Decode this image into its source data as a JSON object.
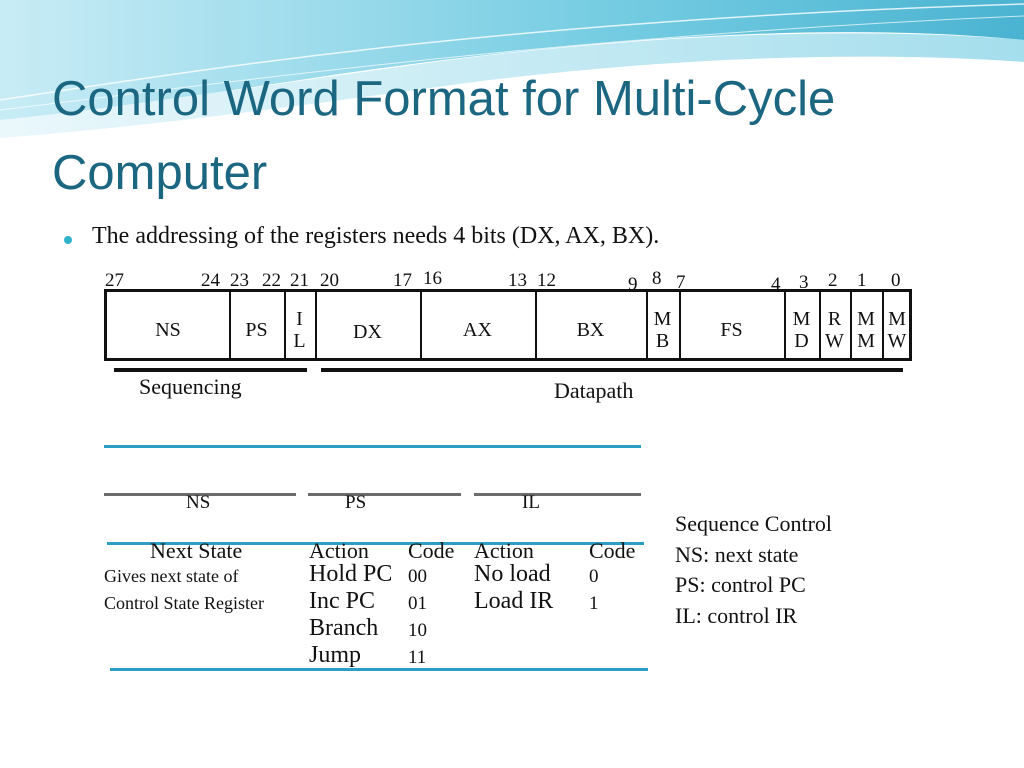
{
  "title": "Control Word Format for Multi-Cycle Computer",
  "bullet": "The addressing of the registers needs 4 bits (DX, AX, BX).",
  "bit_numbers": [
    "27",
    "24",
    "23",
    "22",
    "21",
    "20",
    "17",
    "16",
    "13",
    "12",
    "9",
    "8",
    "7",
    "4",
    "3",
    "2",
    "1",
    "0"
  ],
  "fields": {
    "ns": "NS",
    "ps": "PS",
    "il_top": "I",
    "il_bottom": "L",
    "dx": "DX",
    "ax": "AX",
    "bx": "BX",
    "mb_top": "M",
    "mb_bottom": "B",
    "fs": "FS",
    "md_top": "M",
    "md_bottom": "D",
    "rw_top": "R",
    "rw_bottom": "W",
    "mm_top": "M",
    "mm_bottom": "M",
    "mw_top": "M",
    "mw_bottom": "W"
  },
  "groups": {
    "sequencing": "Sequencing",
    "datapath": "Datapath"
  },
  "tables": {
    "ns_header": "NS",
    "ps_header": "PS",
    "il_header": "IL",
    "ns_sub": "Next State",
    "ns_desc": "Gives next state of Control State Register",
    "ps_action_header": "Action",
    "ps_code_header": "Code",
    "ps_rows": [
      {
        "action": "Hold PC",
        "code": "00"
      },
      {
        "action": "Inc PC",
        "code": "01"
      },
      {
        "action": "Branch",
        "code": "10"
      },
      {
        "action": "Jump",
        "code": "11"
      }
    ],
    "il_action_header": "Action",
    "il_code_header": "Code",
    "il_rows": [
      {
        "action": "No load",
        "code": "0"
      },
      {
        "action": "Load IR",
        "code": "1"
      }
    ]
  },
  "legend": {
    "heading": "Sequence Control",
    "ns": "NS: next state",
    "ps": "PS: control PC",
    "il": "IL: control IR"
  }
}
